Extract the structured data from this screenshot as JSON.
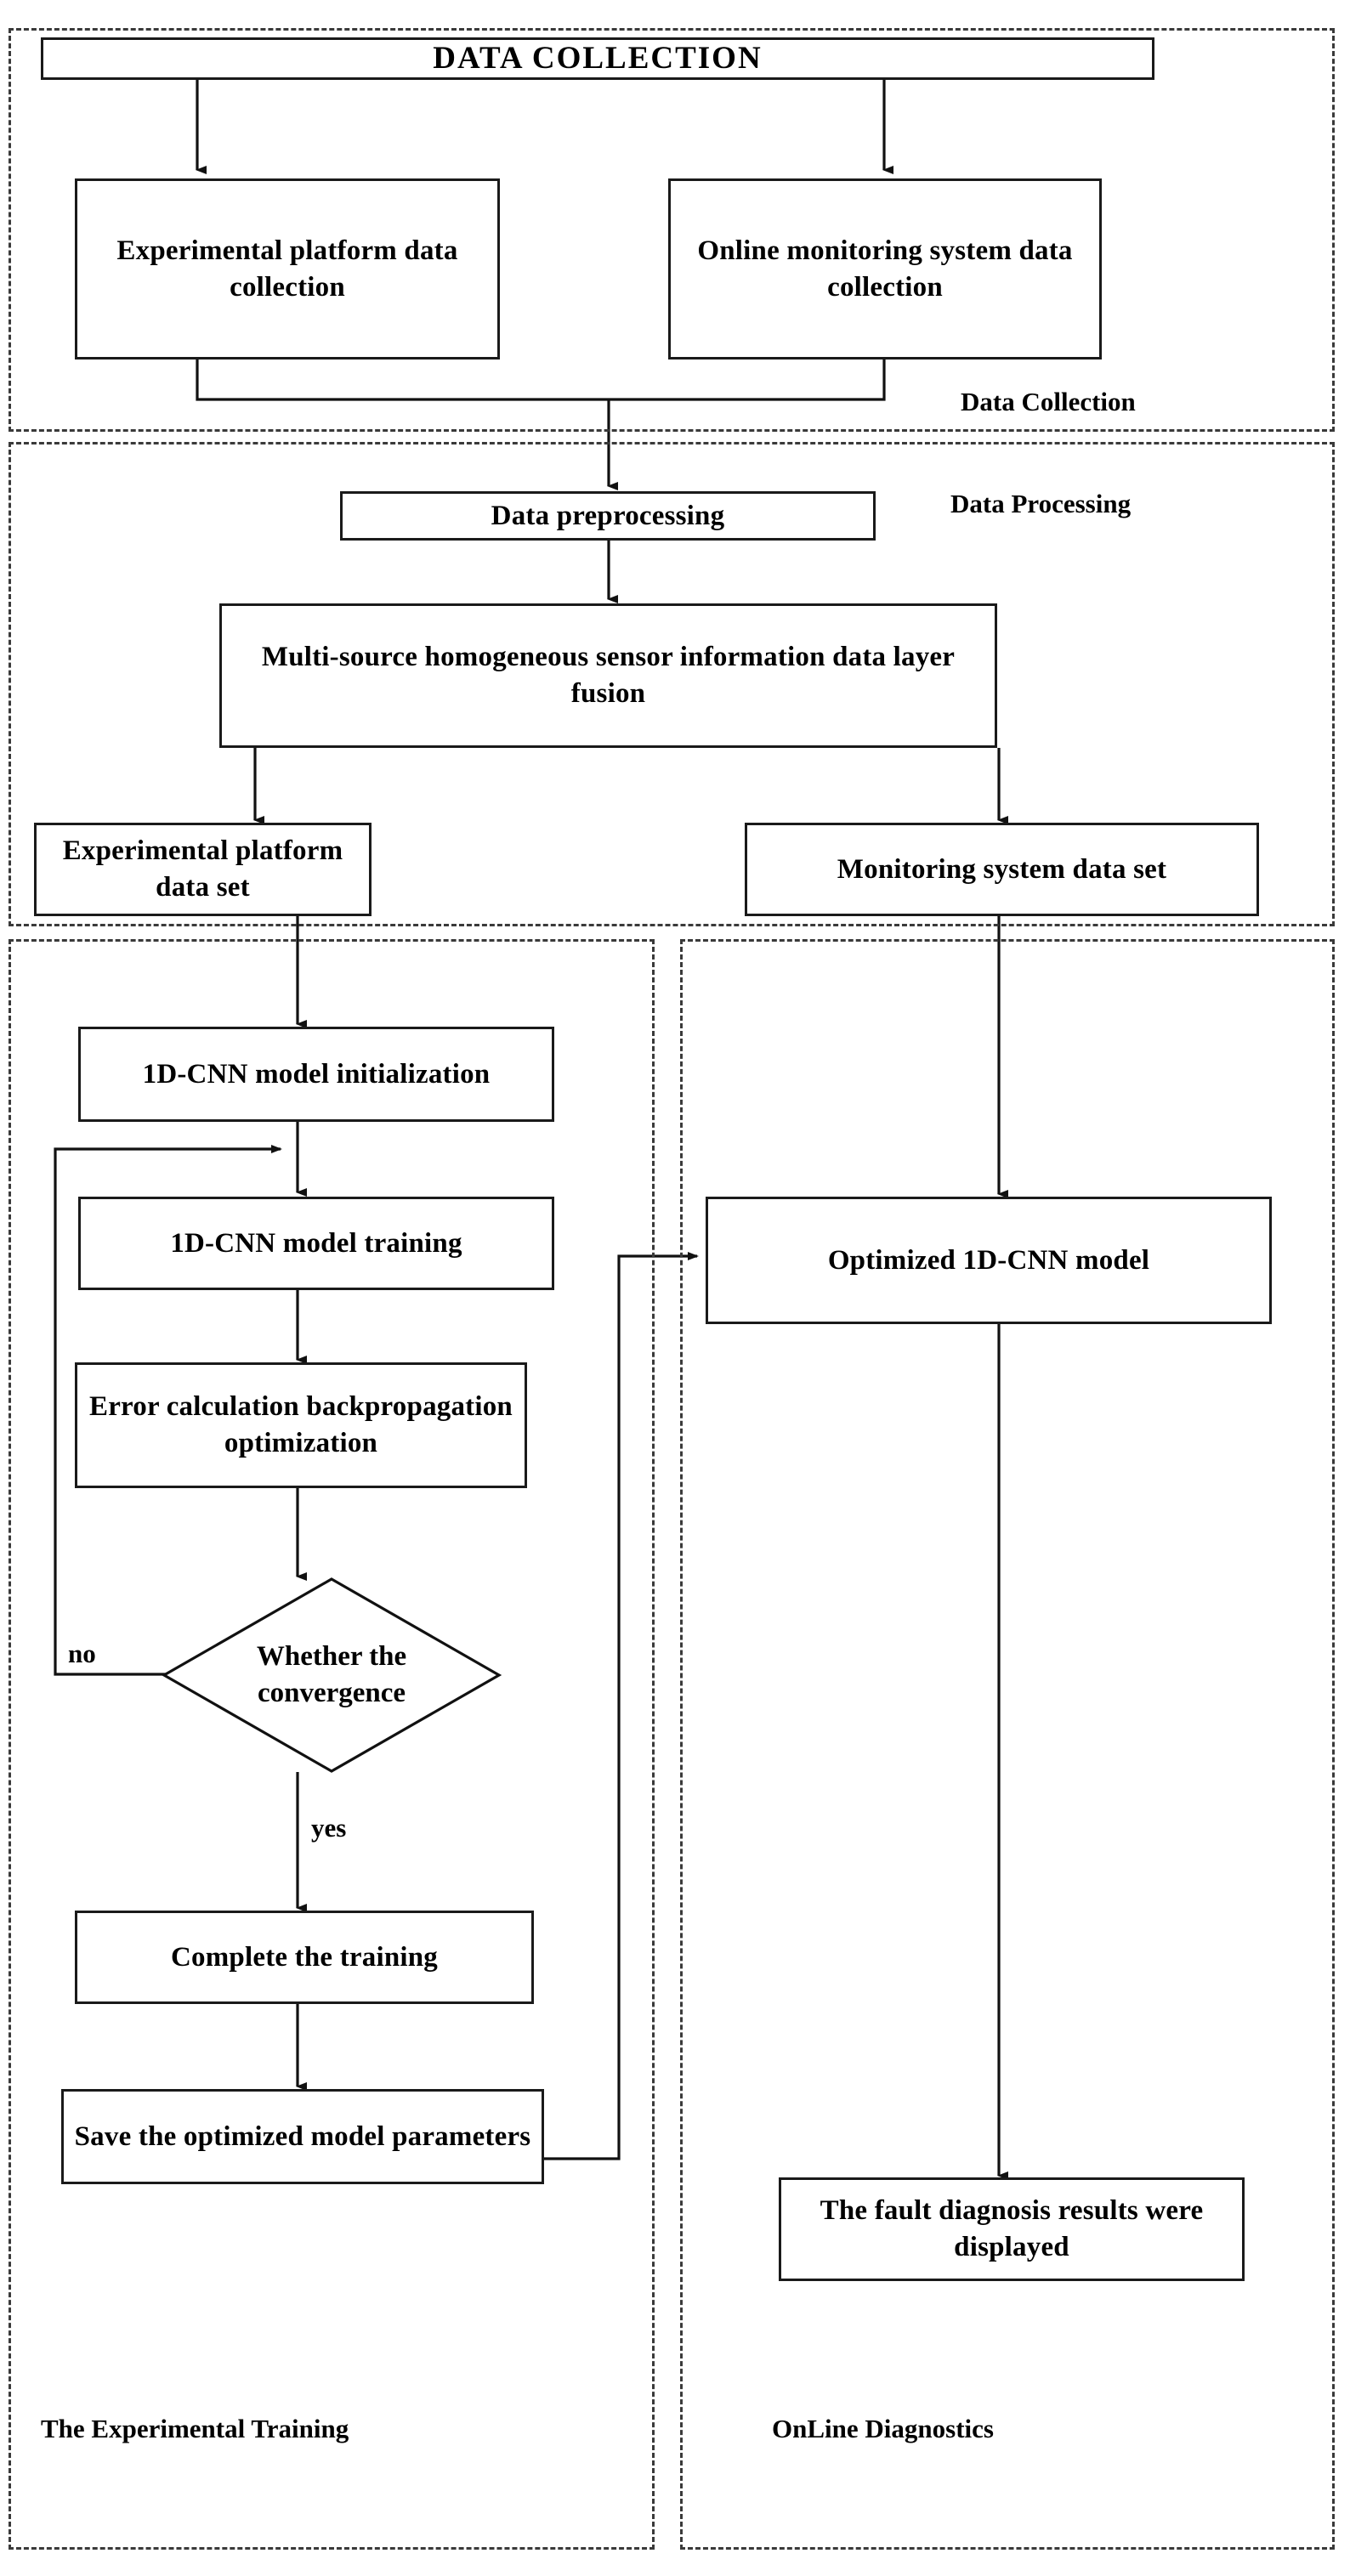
{
  "diagram": {
    "title": "Fault diagnosis framework flowchart",
    "stroke_color": "#1a1a1a",
    "dashed_color": "#3a3a3a",
    "background": "#ffffff"
  },
  "groups": [
    {
      "id": "data-collection",
      "caption": "Data Collection"
    },
    {
      "id": "data-processing",
      "caption": "Data Processing"
    },
    {
      "id": "experimental-training",
      "caption": "The Experimental Training"
    },
    {
      "id": "online-diagnostics",
      "caption": "OnLine Diagnostics"
    }
  ],
  "nodes": {
    "data_collection_header": "DATA  COLLECTION",
    "experimental_platform": "Experimental platform data collection",
    "online_monitoring": "Online monitoring system data collection",
    "data_preprocessing": "Data preprocessing",
    "fusion": "Multi-source homogeneous sensor information data layer fusion",
    "experimental_dataset": "Experimental platform data set",
    "monitoring_dataset": "Monitoring system data set",
    "cnn_init": "1D-CNN model initialization",
    "cnn_training": "1D-CNN model training",
    "error_backprop": "Error calculation backpropagation optimization",
    "convergence_decision": "Whether the convergence",
    "complete_training": "Complete the training",
    "save_parameters": "Save the optimized model parameters",
    "optimized_model": "Optimized 1D-CNN model",
    "fault_results": "The fault diagnosis results were displayed"
  },
  "edge_labels": {
    "decision_no": "no",
    "decision_yes": "yes"
  }
}
